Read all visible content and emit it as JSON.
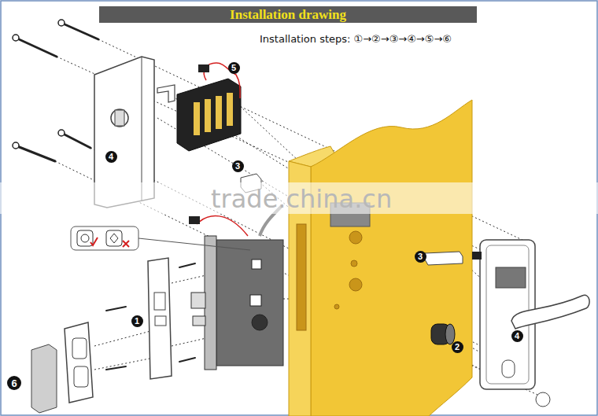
{
  "diagram": {
    "title": "Installation drawing",
    "nodes": [
      {
        "text": [
          "Installation drawing"
        ]
      },
      {
        "text": [
          "5"
        ]
      },
      {
        "text": [
          "4"
        ]
      },
      {
        "text": [
          "3"
        ]
      },
      {
        "text": [
          "3"
        ]
      },
      {
        "text": [
          "1"
        ]
      },
      {
        "text": [
          "4"
        ]
      },
      {
        "text": [
          "2"
        ]
      },
      {
        "text": [
          "6"
        ]
      }
    ],
    "labels": [
      "Installation steps: ①→②→③→④→⑤→⑥",
      "trade.china.cn"
    ]
  }
}
